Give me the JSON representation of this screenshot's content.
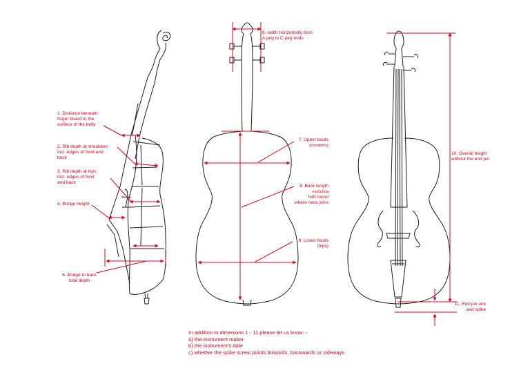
{
  "labels": {
    "l1": [
      "1. Distance beneath",
      "finger board to the",
      "surface of the belly"
    ],
    "l2": [
      "2. Rib depth at shoulders",
      "incl. edges of front and",
      "back"
    ],
    "l3": [
      "3. Rib depth at hips",
      "incl. edges of front",
      "and back"
    ],
    "l4": [
      "4. Bridge height"
    ],
    "l5": [
      "5. Bridge to back",
      "total depth"
    ],
    "l6": [
      "6. width horizontally from",
      "A peg to C peg ends"
    ],
    "l7": [
      "7. Upper bouts",
      "(shoulders)"
    ],
    "l8": [
      "8. Back length",
      "excluding",
      "half round",
      "where neck joins"
    ],
    "l9": [
      "9. Lower bouts",
      "(hips)"
    ],
    "l10": [
      "10. Overall height",
      "without the end pin"
    ],
    "l11": [
      "11. End pin unit",
      "and spike"
    ]
  },
  "notes": {
    "intro": "In addition to dimenions 1 - 11 please let us know: -",
    "a": "a)  the instrument maker",
    "b": "b)  the instrument's date",
    "c": "c)  whether the spike screw points forwards, backwards or sideways"
  },
  "colors": {
    "annotation": "#e0001a",
    "drawing": "#1a1a1a"
  }
}
